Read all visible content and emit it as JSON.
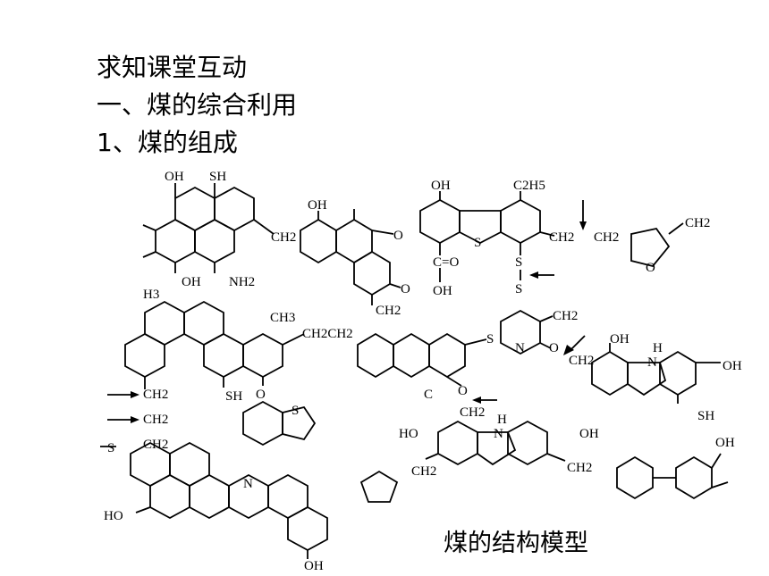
{
  "headings": {
    "line1": "求知课堂互动",
    "line2": "一、煤的综合利用",
    "line3": "1、煤的组成"
  },
  "caption": "煤的结构模型",
  "structure_labels": {
    "oh_1": "OH",
    "sh_1": "SH",
    "ch2_1": "CH2",
    "oh_2": "OH",
    "nh2": "NH2",
    "oh_3": "OH",
    "o_1": "O",
    "oh_4": "OH",
    "c2h5": "C2H5",
    "s_ring": "S",
    "ch2_2": "CH2",
    "ch2_3": "CH2",
    "ch2_4": "CH2",
    "o_furan": "O",
    "c_o": "C=O",
    "oh_5": "OH",
    "s_a": "S",
    "s_b": "S",
    "ch2_5": "CH2",
    "o_keto": "O",
    "h3": "H3",
    "ch3_1": "CH3",
    "ch2ch2": "CH2CH2",
    "s_link": "S",
    "n_pyr": "N",
    "ch2_6": "CH2",
    "o_2": "O",
    "ch2_7": "CH2",
    "oh_6": "OH",
    "h_nh": "H",
    "n_carb": "N",
    "oh_7": "OH",
    "sh_2": "SH",
    "sh_3": "SH",
    "o_3": "O",
    "s_thio": "S",
    "ch2_a": "CH2",
    "ch2_b": "CH2",
    "ch2_c": "CH2",
    "s_left": "S",
    "c_lbl": "C",
    "o_4": "O",
    "ch2_8": "CH2",
    "ho_1": "HO",
    "h_nh2": "H",
    "n_carb2": "N",
    "oh_8": "OH",
    "ch2_9": "CH2",
    "ch2_10": "CH2",
    "oh_9": "OH",
    "ho_2": "HO",
    "n_acr": "N",
    "oh_10": "OH"
  }
}
